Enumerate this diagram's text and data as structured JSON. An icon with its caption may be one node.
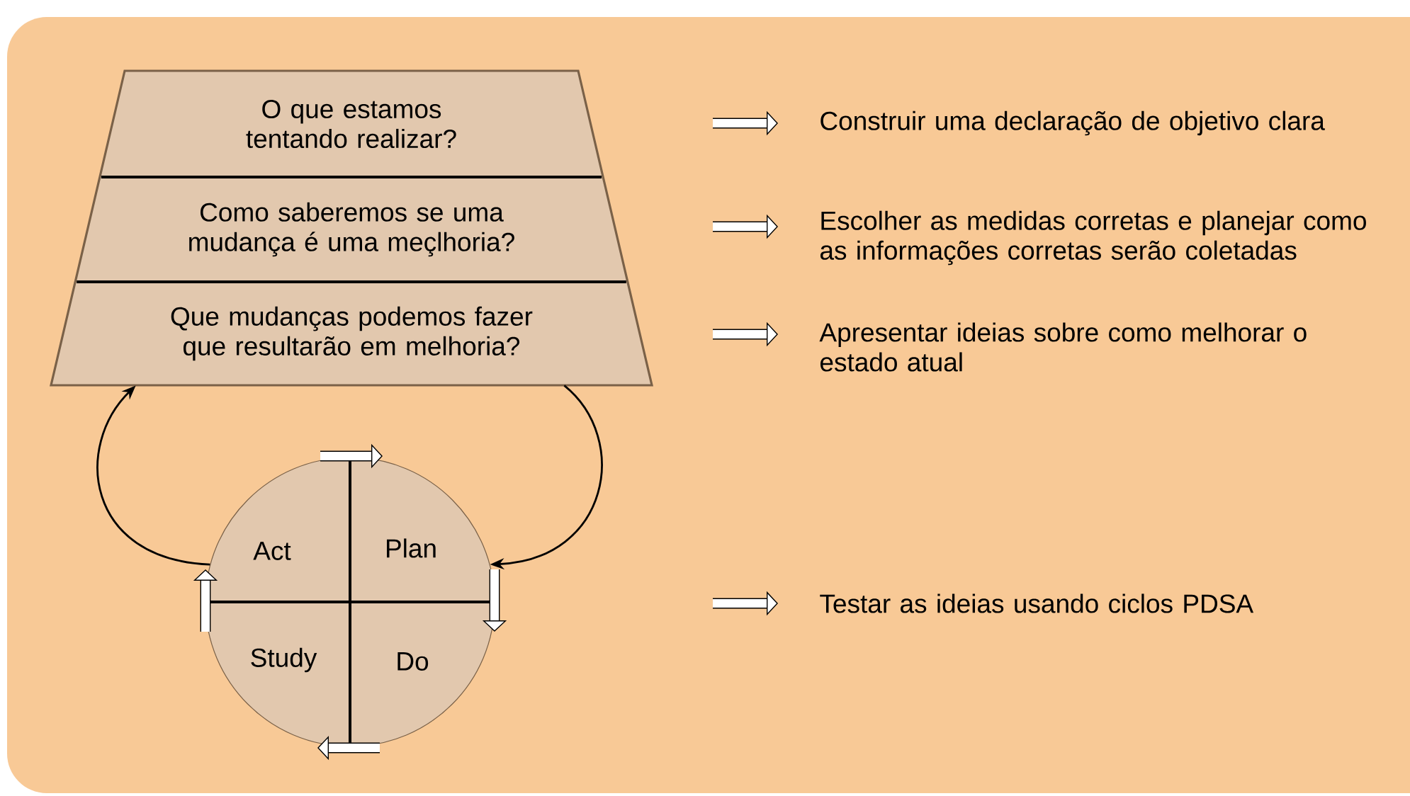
{
  "diagram": {
    "nodes": [
      {
        "text": [
          "O que estamos tentando realizar?"
        ]
      },
      {
        "text": [
          "Como saberemos se uma mudança é uma meçlhoria?"
        ]
      },
      {
        "text": [
          "Que mudanças podemos fazer que resultarão em melhoria?"
        ]
      },
      {
        "text": [
          "Act",
          "Plan",
          "Study",
          "Do"
        ]
      },
      {
        "text": [
          "Construir uma declaração de objetivo clara"
        ]
      },
      {
        "text": [
          "Escolher as medidas corretas e planejar como as informações corretas serão coletadas"
        ]
      },
      {
        "text": [
          "Apresentar ideias sobre como melhorar o estado atual"
        ]
      },
      {
        "text": [
          "Testar as ideias usando ciclos PDSA"
        ]
      }
    ],
    "edges": [
      {
        "from": null,
        "to": 4,
        "arrow": "to"
      },
      {
        "from": null,
        "to": 5,
        "arrow": "to"
      },
      {
        "from": null,
        "to": 6,
        "arrow": "to"
      },
      {
        "from": null,
        "to": 7,
        "arrow": "to"
      },
      {
        "from": 3,
        "to": 2,
        "arrow": "to"
      },
      {
        "from": 2,
        "to": 3,
        "arrow": "to"
      }
    ]
  }
}
